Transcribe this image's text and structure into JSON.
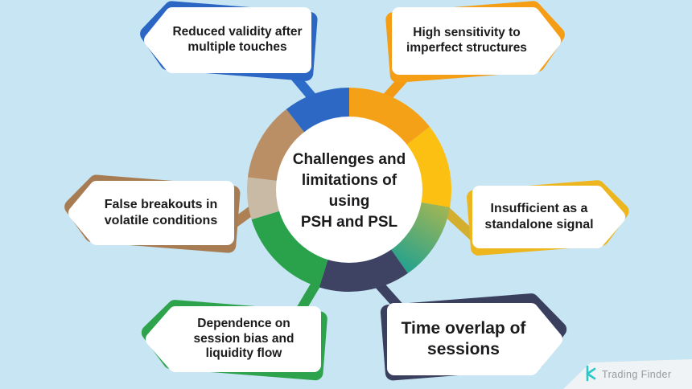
{
  "title": "Challenges and limitations of using PSH and PSL",
  "background_color": "#c7e5f2",
  "center": {
    "lines": [
      "Challenges and",
      "limitations of",
      "using",
      "PSH and PSL"
    ],
    "circle_color": "#ffffff",
    "text_color": "#1a1a1c"
  },
  "ring": {
    "segments": [
      {
        "name": "orange",
        "from_deg": 0,
        "to_deg": 52,
        "color": "#f5a118"
      },
      {
        "name": "yellow",
        "from_deg": 52,
        "to_deg": 100,
        "color": "#fcc012"
      },
      {
        "name": "teal",
        "from_deg": 100,
        "to_deg": 145,
        "color": "#2aa38b",
        "gradient_from": "#a9b751"
      },
      {
        "name": "navy",
        "from_deg": 145,
        "to_deg": 197,
        "color": "#3e4263"
      },
      {
        "name": "green",
        "from_deg": 197,
        "to_deg": 253,
        "color": "#2aa24b"
      },
      {
        "name": "light-tan",
        "from_deg": 253,
        "to_deg": 277,
        "color": "#c9baa5"
      },
      {
        "name": "brown",
        "from_deg": 277,
        "to_deg": 322,
        "color": "#ba8f66"
      },
      {
        "name": "blue",
        "from_deg": 322,
        "to_deg": 360,
        "color": "#2d68c4"
      }
    ]
  },
  "callouts": [
    {
      "id": "reduced-validity",
      "label": "Reduced validity after multiple touches",
      "direction": "left",
      "color": "#2b66c4",
      "connector_color": "#2d6cc9"
    },
    {
      "id": "high-sensitivity",
      "label": "High sensitivity to imperfect structures",
      "direction": "right",
      "color": "#f59d15",
      "connector_color": "#f29a14"
    },
    {
      "id": "false-breakouts",
      "label": "False breakouts in volatile conditions",
      "direction": "left",
      "color": "#a87c52",
      "connector_color": "#ae8155"
    },
    {
      "id": "insufficient-standalone",
      "label": "Insufficient as a standalone signal",
      "direction": "right",
      "color": "#edb51e",
      "connector_color": "#d4af2f"
    },
    {
      "id": "dependence-session",
      "label": "Dependence on session bias and liquidity flow",
      "direction": "left",
      "color": "#2da34c",
      "connector_color": "#2ca04a"
    },
    {
      "id": "time-overlap",
      "label": "Time overlap of sessions",
      "direction": "right",
      "color": "#3b3f5e",
      "connector_color": "#3c4061"
    }
  ],
  "watermark": {
    "brand": "Trading Finder",
    "icon_color": "#2bc9c9",
    "text_color": "#97999d",
    "plate_color": "#f1f3f4"
  }
}
